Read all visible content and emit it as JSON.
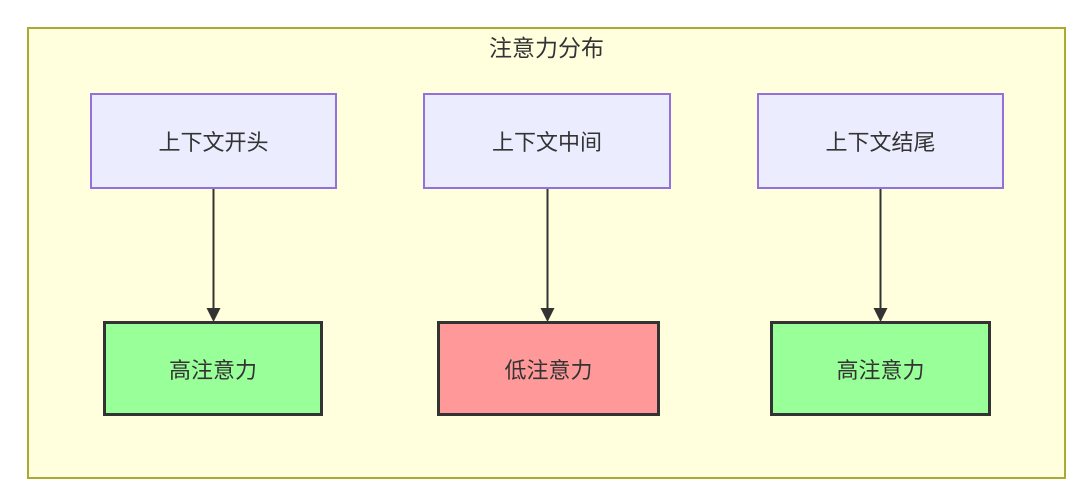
{
  "diagram": {
    "title": "注意力分布",
    "columns": [
      {
        "source": {
          "label": "上下文开头"
        },
        "target": {
          "label": "高注意力",
          "level": "high"
        }
      },
      {
        "source": {
          "label": "上下文中间"
        },
        "target": {
          "label": "低注意力",
          "level": "low"
        }
      },
      {
        "source": {
          "label": "上下文结尾"
        },
        "target": {
          "label": "高注意力",
          "level": "high"
        }
      }
    ],
    "colors": {
      "container_fill": "#ffffde",
      "container_border": "#aaaa33",
      "source_fill": "#ececff",
      "source_border": "#9370db",
      "high_attention_fill": "#99ff99",
      "low_attention_fill": "#ff9999",
      "attention_border": "#333333",
      "arrow": "#333333",
      "text": "#333333"
    }
  }
}
